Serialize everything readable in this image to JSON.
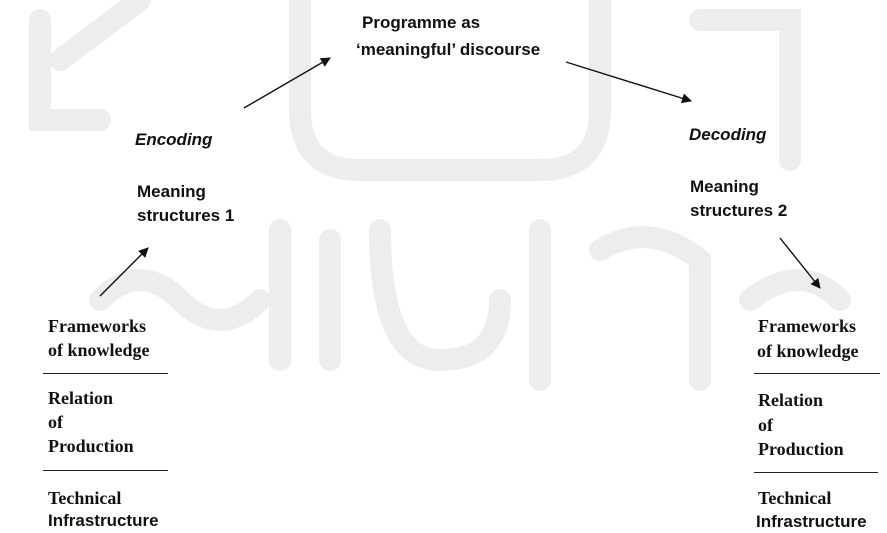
{
  "programme": {
    "line1": "Programme as",
    "line2": "‘meaningful’ discourse"
  },
  "encoding": {
    "label": "Encoding",
    "meaning_line1": "Meaning",
    "meaning_line2": "structures 1"
  },
  "decoding": {
    "label": "Decoding",
    "meaning_line1": "Meaning",
    "meaning_line2": "structures 2"
  },
  "left_stack": {
    "frameworks_line1": "Frameworks",
    "frameworks_line2": "of knowledge",
    "relation_line1": "Relation",
    "relation_line2": "of",
    "relation_line3": "Production",
    "technical_line1": "Technical",
    "technical_line2": "Infrastructure"
  },
  "right_stack": {
    "frameworks_line1": "Frameworks",
    "frameworks_line2": "of knowledge",
    "relation_line1": "Relation",
    "relation_line2": "of",
    "relation_line3": "Production",
    "technical_line1": "Technical",
    "technical_line2": "Infrastructure"
  },
  "colors": {
    "text": "#111111",
    "watermark": "#ececec",
    "arrow": "#111111"
  }
}
